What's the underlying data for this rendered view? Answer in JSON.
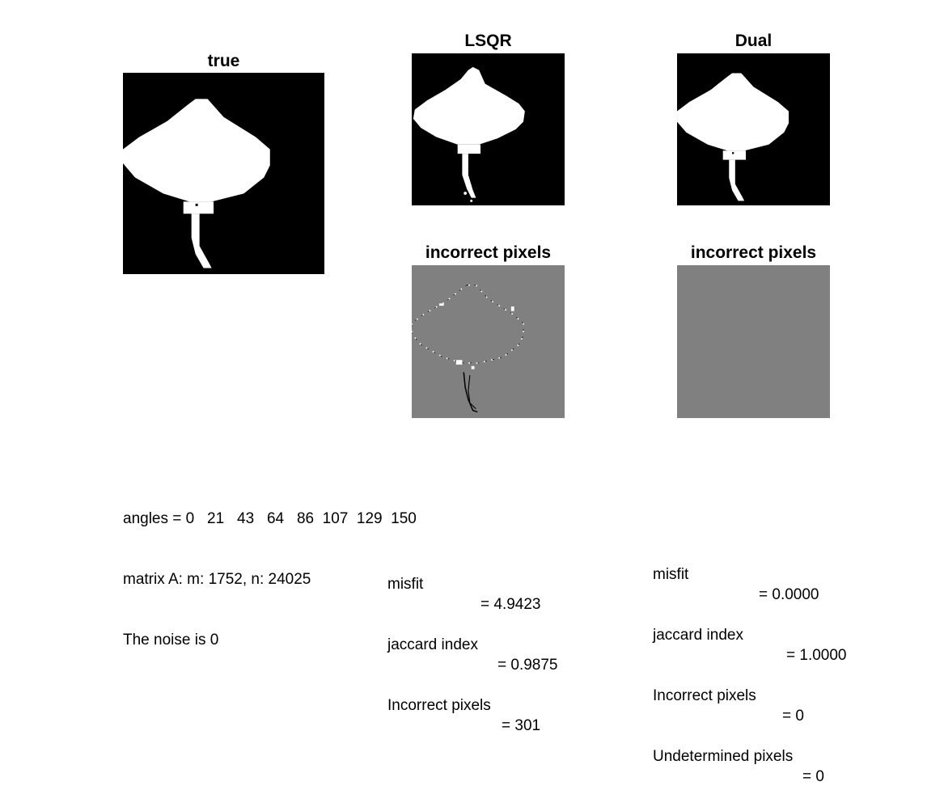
{
  "panels": {
    "true_title": "true",
    "lsqr_title": "LSQR",
    "dual_title": "Dual",
    "lsqr_error_title": "incorrect pixels",
    "dual_error_title": "incorrect pixels"
  },
  "info": {
    "angles": "angles = 0   21   43   64   86  107  129  150",
    "matrix": "matrix A: m: 1752, n: 24025",
    "noise": "The noise is 0"
  },
  "lsqr_stats": {
    "misfit_label": "misfit",
    "misfit_value": "= 4.9423",
    "jaccard_label": "jaccard index",
    "jaccard_value": "= 0.9875",
    "incorrect_label": "Incorrect pixels",
    "incorrect_value": "= 301"
  },
  "dual_stats": {
    "misfit_label": "misfit",
    "misfit_value": "= 0.0000",
    "jaccard_label": "jaccard index",
    "jaccard_value": "= 1.0000",
    "incorrect_label": "Incorrect pixels",
    "incorrect_value": "= 0",
    "undetermined_label": "Undetermined pixels",
    "undetermined_value": "= 0"
  },
  "colors": {
    "background": "#000000",
    "foreground": "#ffffff",
    "neutral": "#808080"
  }
}
